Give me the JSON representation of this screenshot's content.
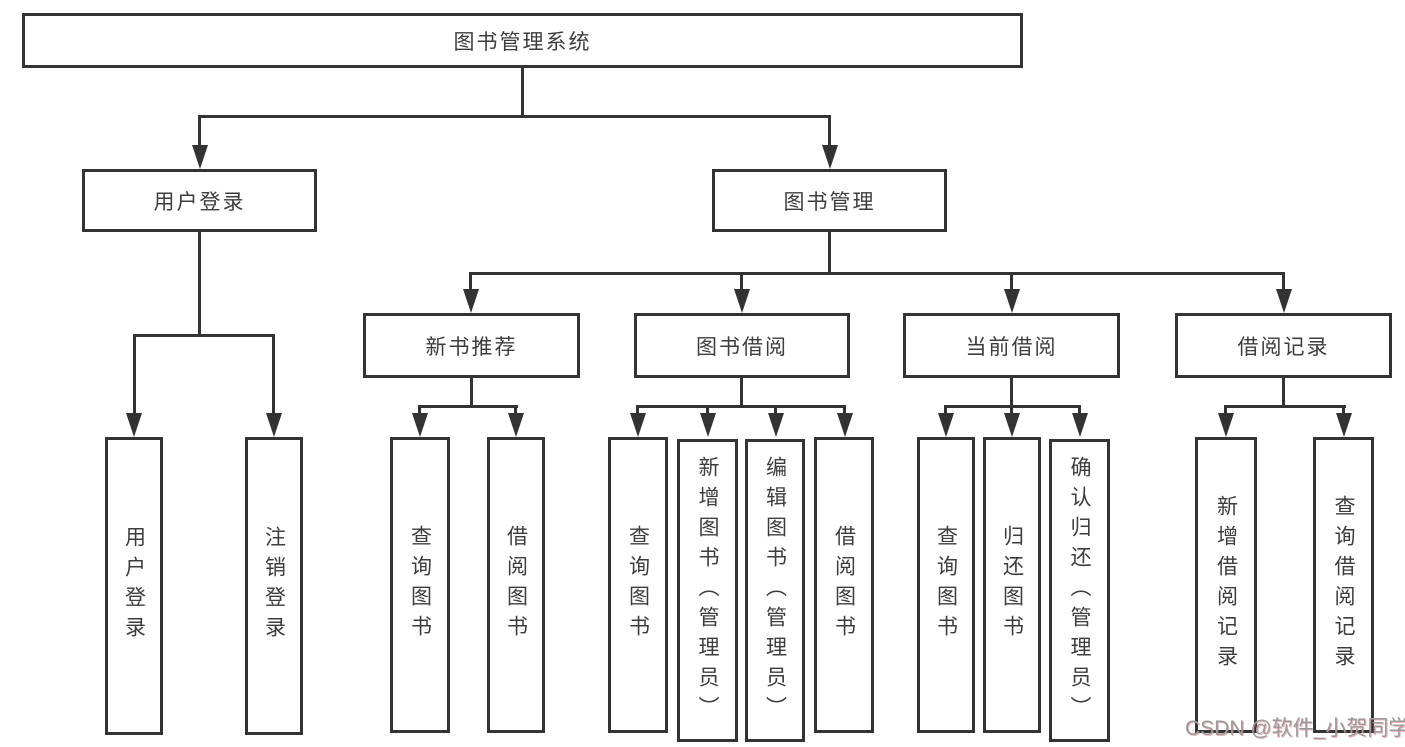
{
  "page": {
    "background": "#ffffff",
    "line_color": "#333333",
    "text_color": "#3d3d3d"
  },
  "watermark": {
    "text": "CSDN @软件_小贺同学",
    "color": "#9a9a9a"
  },
  "tree": {
    "root": {
      "label": "图书管理系统"
    },
    "branches": [
      {
        "label": "用户登录",
        "children": [
          {
            "label": "用户登录"
          },
          {
            "label": "注销登录"
          }
        ]
      },
      {
        "label": "图书管理",
        "children": [
          {
            "label": "新书推荐",
            "children": [
              {
                "label": "查询图书"
              },
              {
                "label": "借阅图书"
              }
            ]
          },
          {
            "label": "图书借阅",
            "children": [
              {
                "label": "查询图书"
              },
              {
                "label": "新增图书（管理员）"
              },
              {
                "label": "编辑图书（管理员）"
              },
              {
                "label": "借阅图书"
              }
            ]
          },
          {
            "label": "当前借阅",
            "children": [
              {
                "label": "查询图书"
              },
              {
                "label": "归还图书"
              },
              {
                "label": "确认归还（管理员）"
              }
            ]
          },
          {
            "label": "借阅记录",
            "children": [
              {
                "label": "新增借阅记录"
              },
              {
                "label": "查询借阅记录"
              }
            ]
          }
        ]
      }
    ]
  }
}
